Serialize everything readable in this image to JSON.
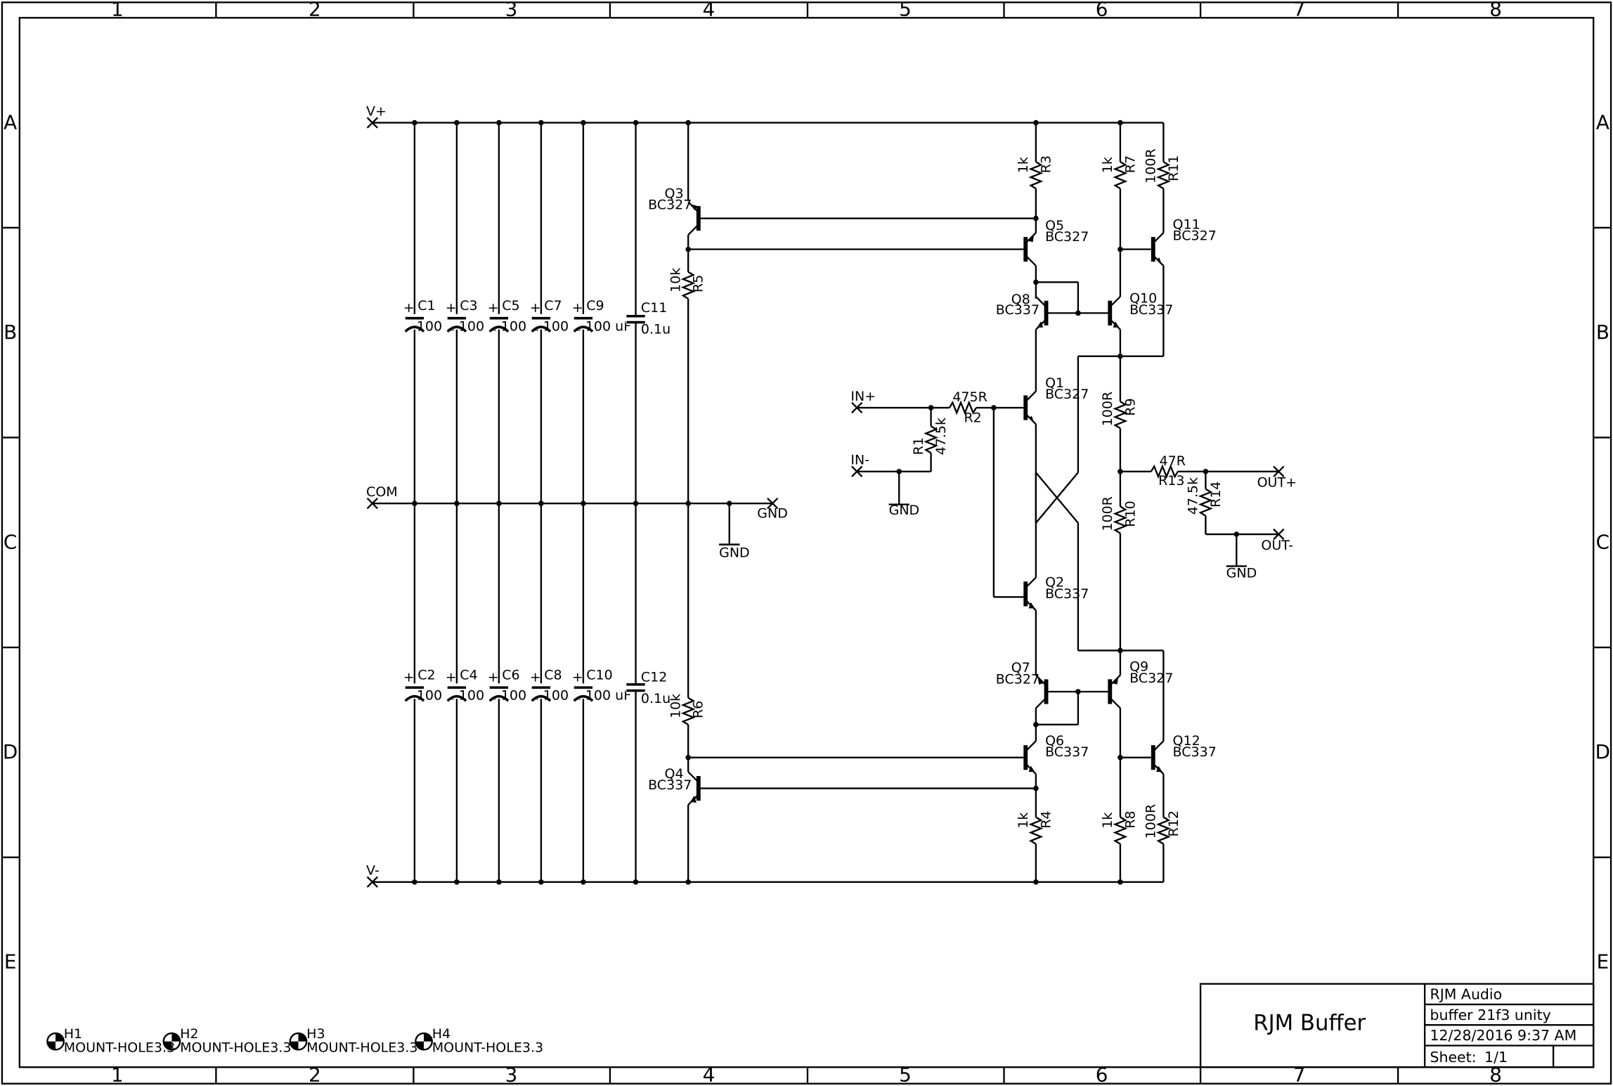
{
  "sheet": {
    "zones_h": [
      "1",
      "2",
      "3",
      "4",
      "5",
      "6",
      "7",
      "8"
    ],
    "zones_v": [
      "A",
      "B",
      "C",
      "D",
      "E"
    ]
  },
  "title_block": {
    "title": "RJM Buffer",
    "company": "RJM Audio",
    "file": "buffer 21f3 unity",
    "date": "12/28/2016 9:37 AM",
    "sheet_label": "Sheet:",
    "sheet_value": "1/1"
  },
  "ports": {
    "vplus": "V+",
    "vminus": "V-",
    "com": "COM",
    "gnd_port": "GND",
    "in_plus": "IN+",
    "in_minus": "IN-",
    "out_plus": "OUT+",
    "out_minus": "OUT-"
  },
  "gnd_label": "GND",
  "caps_top": [
    {
      "ref": "C1",
      "val": "100 uF"
    },
    {
      "ref": "C3",
      "val": "100 uF"
    },
    {
      "ref": "C5",
      "val": "100 uF"
    },
    {
      "ref": "C7",
      "val": "100 uF"
    },
    {
      "ref": "C9",
      "val": "100 uF"
    }
  ],
  "caps_bot": [
    {
      "ref": "C2",
      "val": "100 uF"
    },
    {
      "ref": "C4",
      "val": "100 uF"
    },
    {
      "ref": "C6",
      "val": "100 uF"
    },
    {
      "ref": "C8",
      "val": "100 uF"
    },
    {
      "ref": "C10",
      "val": "100 uF"
    }
  ],
  "cap_c11": {
    "ref": "C11",
    "val": "0.1u"
  },
  "cap_c12": {
    "ref": "C12",
    "val": "0.1u"
  },
  "resistors": {
    "R1": {
      "ref": "R1",
      "val": "47.5k"
    },
    "R2": {
      "ref": "R2",
      "val": "475R"
    },
    "R3": {
      "ref": "R3",
      "val": "1k"
    },
    "R4": {
      "ref": "R4",
      "val": "1k"
    },
    "R5": {
      "ref": "R5",
      "val": "10k"
    },
    "R6": {
      "ref": "R6",
      "val": "10k"
    },
    "R7": {
      "ref": "R7",
      "val": "1k"
    },
    "R8": {
      "ref": "R8",
      "val": "1k"
    },
    "R9": {
      "ref": "R9",
      "val": "100R"
    },
    "R10": {
      "ref": "R10",
      "val": "100R"
    },
    "R11": {
      "ref": "R11",
      "val": "100R"
    },
    "R12": {
      "ref": "R12",
      "val": "100R"
    },
    "R13": {
      "ref": "R13",
      "val": "47R"
    },
    "R14": {
      "ref": "R14",
      "val": "47.5k"
    }
  },
  "transistors": {
    "Q1": {
      "ref": "Q1",
      "part": "BC327"
    },
    "Q2": {
      "ref": "Q2",
      "part": "BC337"
    },
    "Q3": {
      "ref": "Q3",
      "part": "BC327"
    },
    "Q4": {
      "ref": "Q4",
      "part": "BC337"
    },
    "Q5": {
      "ref": "Q5",
      "part": "BC327"
    },
    "Q6": {
      "ref": "Q6",
      "part": "BC337"
    },
    "Q7": {
      "ref": "Q7",
      "part": "BC327"
    },
    "Q8": {
      "ref": "Q8",
      "part": "BC337"
    },
    "Q9": {
      "ref": "Q9",
      "part": "BC327"
    },
    "Q10": {
      "ref": "Q10",
      "part": "BC337"
    },
    "Q11": {
      "ref": "Q11",
      "part": "BC327"
    },
    "Q12": {
      "ref": "Q12",
      "part": "BC337"
    }
  },
  "mount_holes": [
    {
      "ref": "H1",
      "part": "MOUNT-HOLE3.3"
    },
    {
      "ref": "H2",
      "part": "MOUNT-HOLE3.3"
    },
    {
      "ref": "H3",
      "part": "MOUNT-HOLE3.3"
    },
    {
      "ref": "H4",
      "part": "MOUNT-HOLE3.3"
    }
  ]
}
